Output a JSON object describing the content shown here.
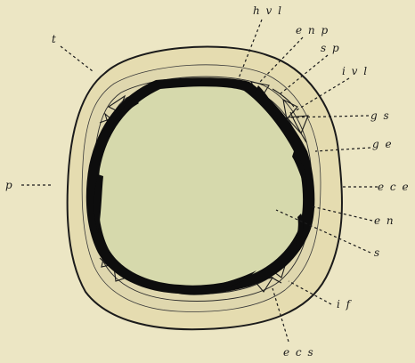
{
  "figure": {
    "labels": {
      "t": "t",
      "hvl": "h v l",
      "enp": "e n p",
      "sp": "s p",
      "ivl": "i v l",
      "gs": "g s",
      "ge": "g e",
      "ece": "e c e",
      "en": "e n",
      "s": "s",
      "if": "i f",
      "ecs": "e c s",
      "p": "p"
    }
  }
}
